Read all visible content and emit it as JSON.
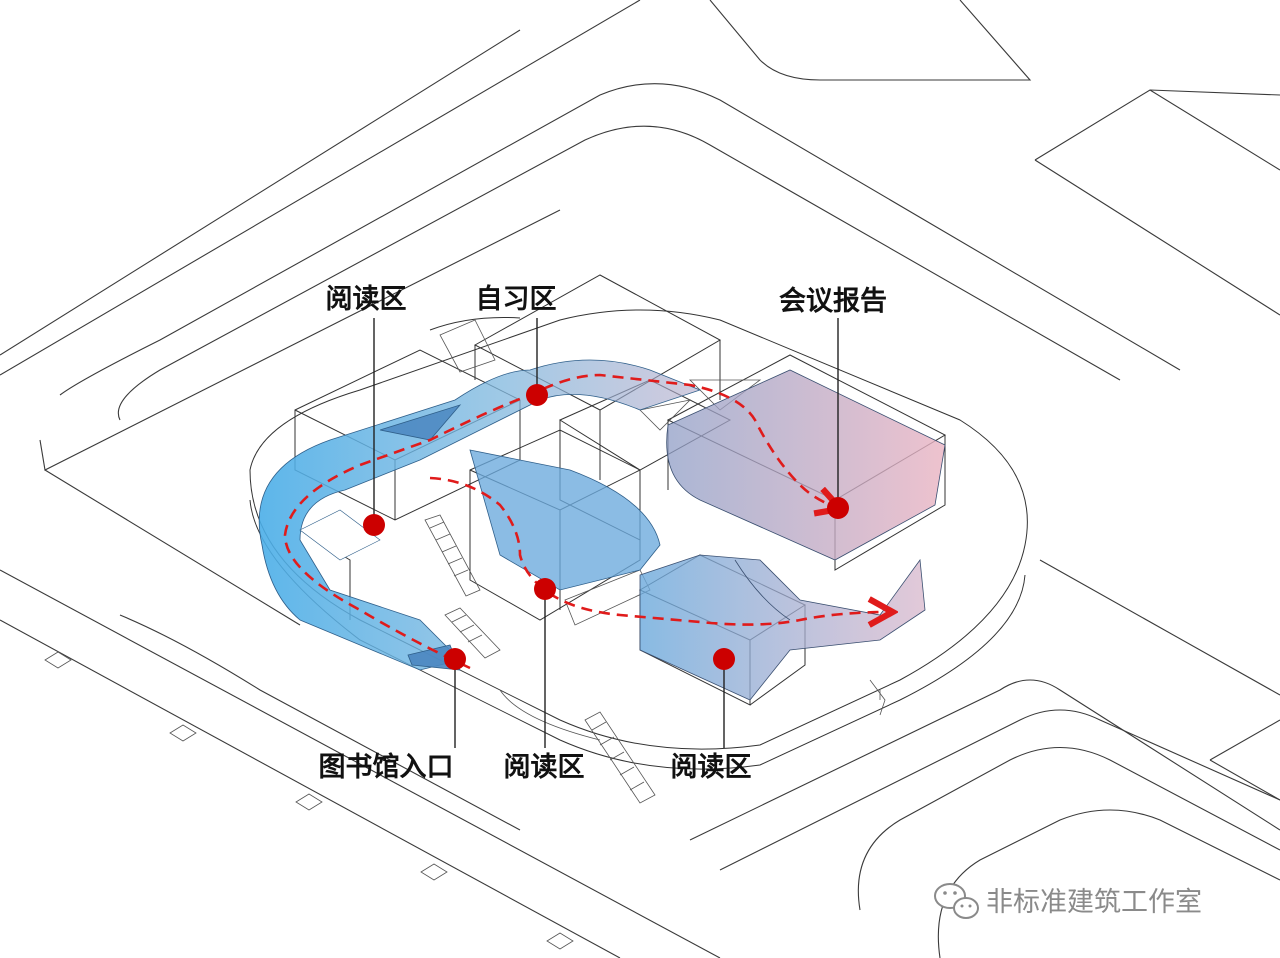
{
  "labels": {
    "reading_top_left": "阅读区",
    "self_study": "自习区",
    "meeting_report": "会议报告",
    "library_entrance": "图书馆入口",
    "reading_bottom_center": "阅读区",
    "reading_bottom_right": "阅读区"
  },
  "watermark": {
    "text": "非标准建筑工作室",
    "icon": "wechat-icon"
  },
  "colors": {
    "route_dashed": "#e01b1b",
    "node_dot": "#cc0000",
    "circulation_blue": "#5fb3e6",
    "circulation_pink": "#e8b6c4",
    "line": "#333333"
  }
}
